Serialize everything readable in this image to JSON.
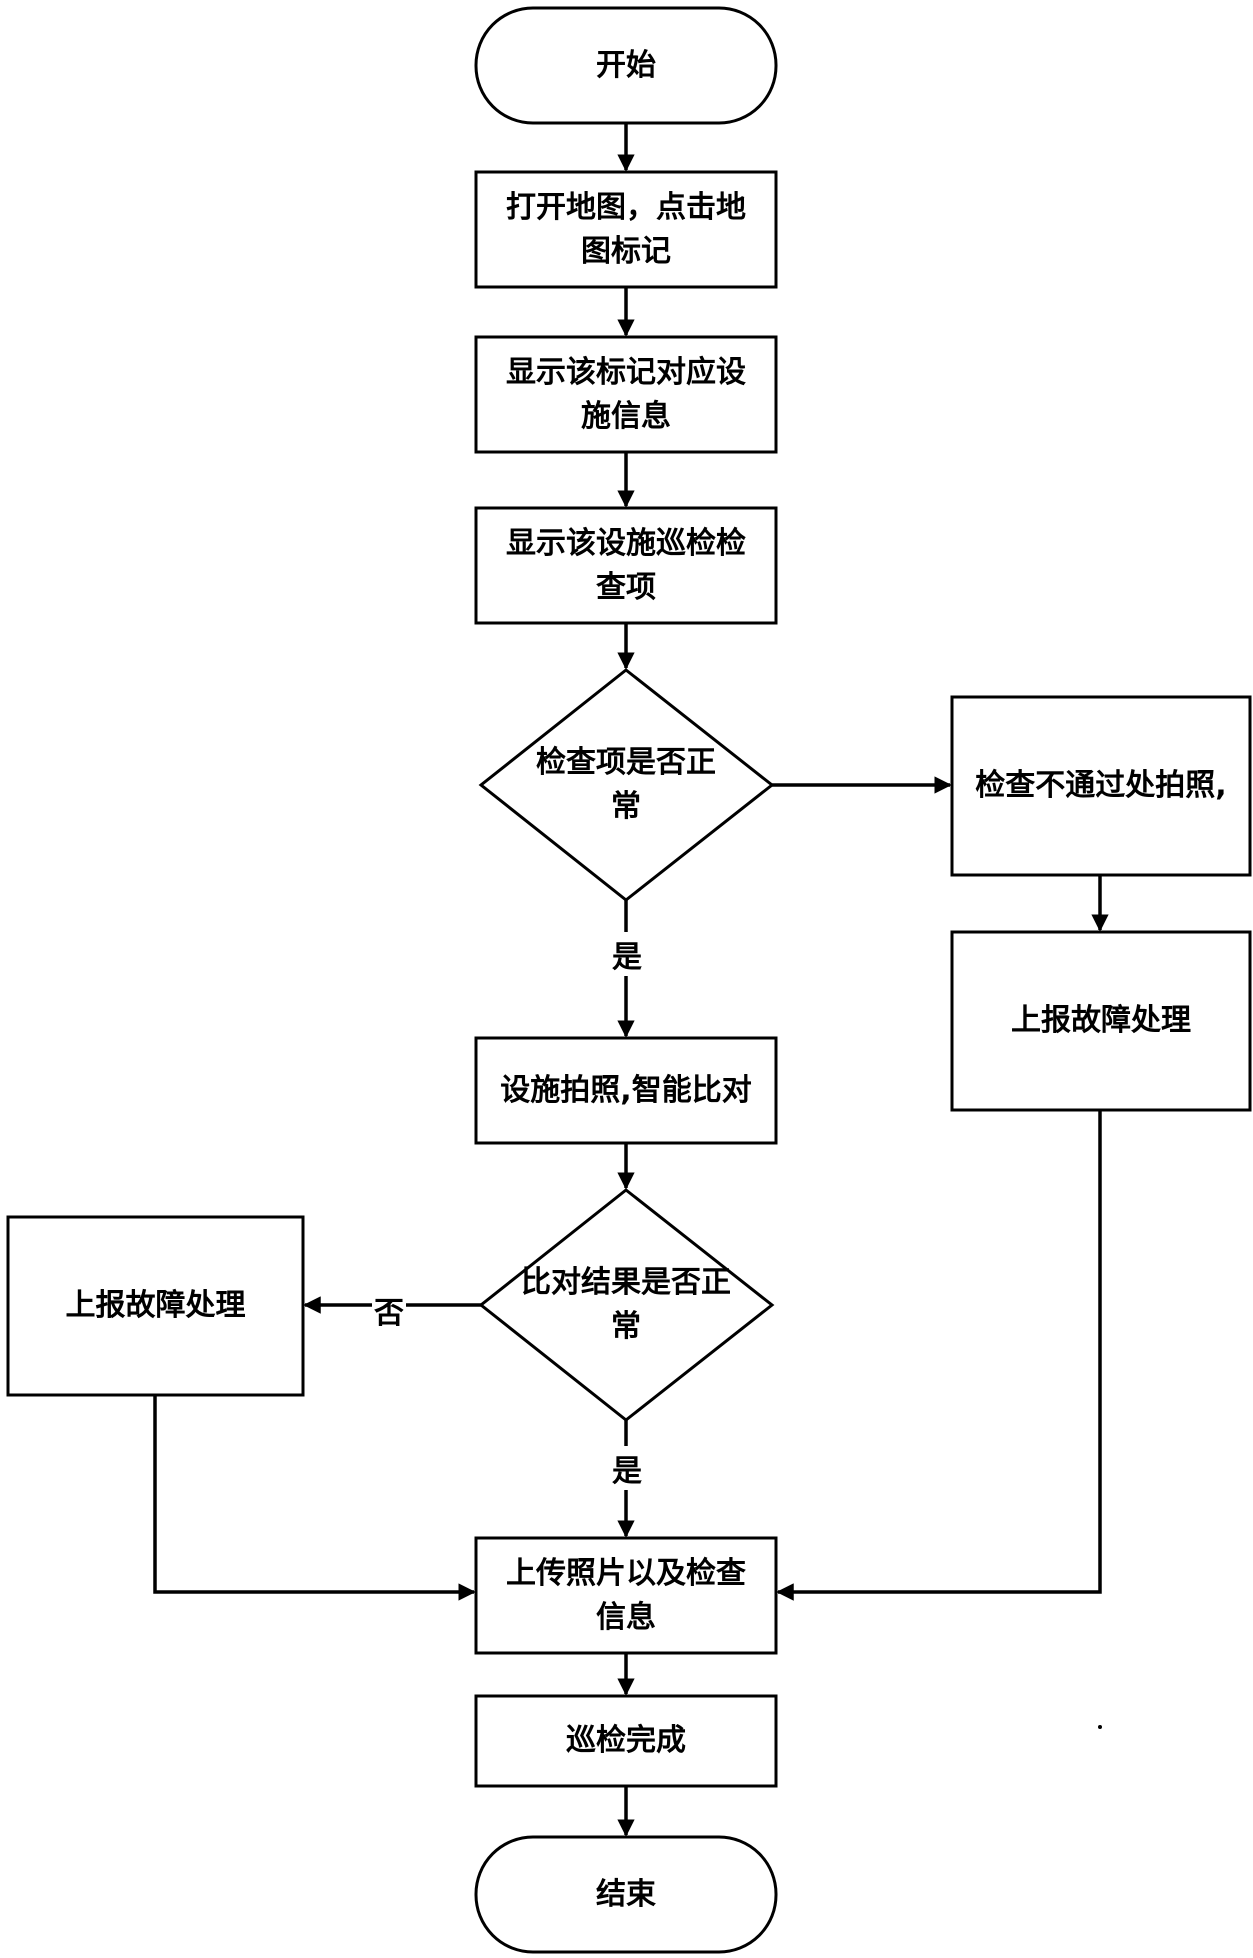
{
  "flowchart": {
    "start": "开始",
    "open_map": "打开地图，点击地图标记",
    "show_facility_info": "显示该标记对应设施信息",
    "show_check_items": "显示该设施巡检检查项",
    "decision_items_normal": "检查项是否正常",
    "photo_failed_items": "检查不通过处拍照,",
    "report_fault_right": "上报故障处理",
    "facility_photo_compare": "设施拍照,智能比对",
    "decision_compare_normal": "比对结果是否正常",
    "report_fault_left": "上报故障处理",
    "upload_photos_info": "上传照片以及检查信息",
    "inspection_complete": "巡检完成",
    "end": "结束"
  },
  "labels": {
    "yes_1": "是",
    "yes_2": "是",
    "no_1": "否"
  },
  "colors": {
    "stroke": "#000000",
    "fill": "#ffffff",
    "text": "#000000"
  }
}
